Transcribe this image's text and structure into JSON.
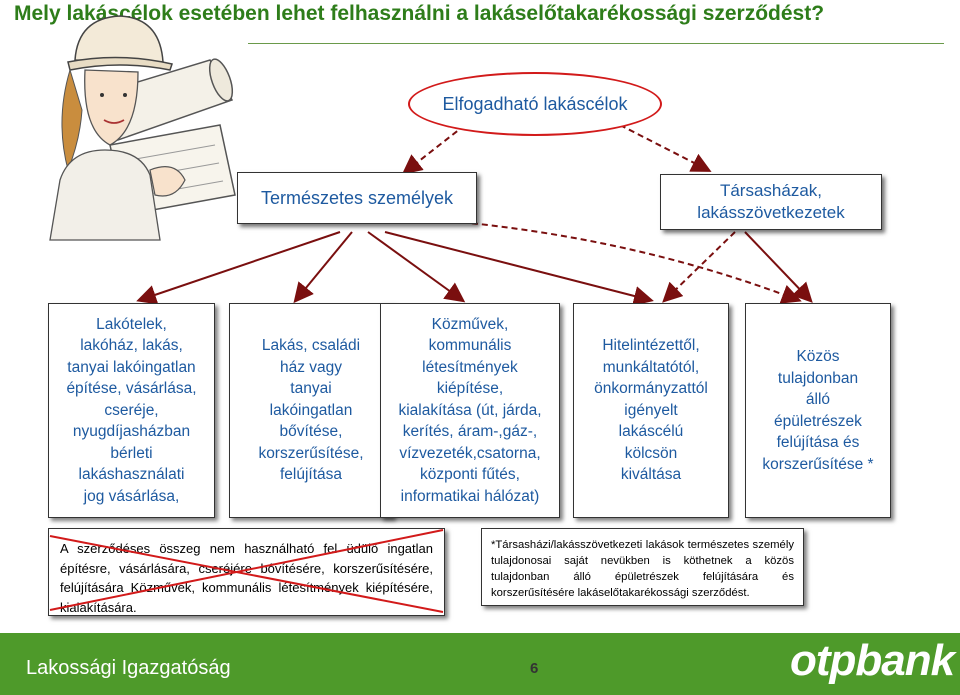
{
  "title": "Mely lakáscélok esetében lehet felhasználni a lakáselőtakarékossági szerződést?",
  "root": "Elfogadható lakáscélok",
  "persons": "Természetes személyek",
  "corporate": [
    "Társasházak,",
    "lakásszövetkezetek"
  ],
  "categories": [
    {
      "lines": [
        "Lakótelek,",
        "lakóház, lakás,",
        "tanyai lakóingatlan",
        "építése, vásárlása,",
        "cseréje,",
        "nyugdíjasházban",
        "bérleti",
        "lakáshasználati",
        "jog vásárlása,"
      ]
    },
    {
      "lines": [
        "Lakás, családi",
        "ház vagy",
        "tanyai",
        "lakóingatlan",
        "bővítése,",
        "korszerűsítése,",
        "felújítása"
      ]
    },
    {
      "lines": [
        "Közművek,",
        "kommunális",
        "létesítmények",
        "kiépítése,",
        "kialakítása (út, járda,",
        "kerítés, áram-,gáz-,",
        "vízvezeték,csatorna,",
        "központi fűtés,",
        "informatikai hálózat)"
      ]
    },
    {
      "lines": [
        "Hitelintézettől,",
        "munkáltatótól,",
        "önkormányzattól",
        "igényelt",
        "lakáscélú",
        "kölcsön",
        "kiváltása"
      ]
    },
    {
      "lines": [
        "Közös",
        "tulajdonban",
        "álló",
        "épületrészek",
        "felújítása és",
        "korszerűsítése *"
      ]
    }
  ],
  "note_excluded": "A szerződéses összeg nem használható fel üdülő ingatlan építésre, vásárlására, cseréjére bővítésére, korszerűsítésére, felújítására Közművek, kommunális létesítmények kiépítésére, kialakítására.",
  "note_footnote": "*Társasházi/lakásszövetkezeti lakások természetes személy tulajdonosai saját nevükben is köthetnek a közös tulajdonban álló épületrészek felújítására és korszerűsítésére lakáselőtakarékossági szerződést.",
  "footer_label": "Lakossági Igazgatóság",
  "page_number": "6",
  "logo_text": "otpbank",
  "colors": {
    "title": "#2e7d1a",
    "box_text": "#1e5aa0",
    "oval_border": "#d21a1a",
    "footer": "#4e9a2a",
    "cross": "#d21a1a",
    "arrow": "#7a0f0f"
  }
}
